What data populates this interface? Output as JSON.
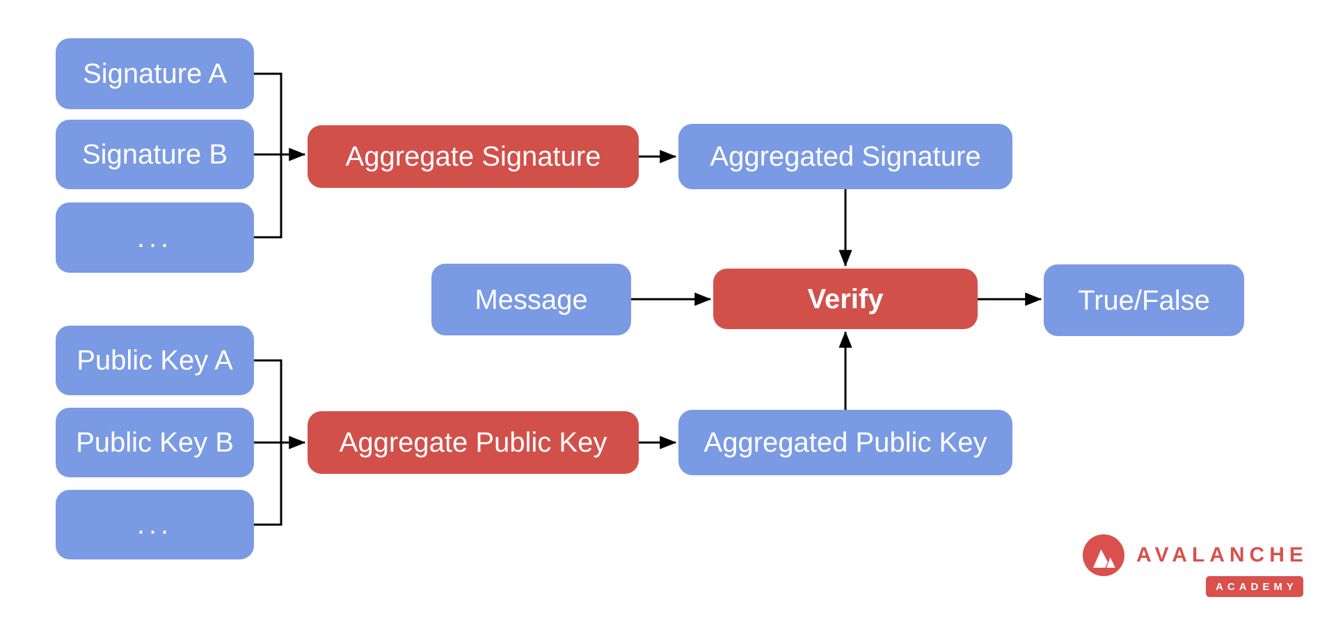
{
  "diagram": {
    "nodes": {
      "signature_a": {
        "label": "Signature A",
        "color": "blue"
      },
      "signature_b": {
        "label": "Signature B",
        "color": "blue"
      },
      "signatures_more": {
        "label": "...",
        "color": "blue"
      },
      "aggregate_signature": {
        "label": "Aggregate Signature",
        "color": "red"
      },
      "aggregated_signature": {
        "label": "Aggregated Signature",
        "color": "blue"
      },
      "message": {
        "label": "Message",
        "color": "blue"
      },
      "verify": {
        "label": "Verify",
        "color": "red"
      },
      "true_false": {
        "label": "True/False",
        "color": "blue"
      },
      "public_key_a": {
        "label": "Public Key A",
        "color": "blue"
      },
      "public_key_b": {
        "label": "Public Key B",
        "color": "blue"
      },
      "public_keys_more": {
        "label": "...",
        "color": "blue"
      },
      "aggregate_public_key": {
        "label": "Aggregate Public Key",
        "color": "red"
      },
      "aggregated_public_key": {
        "label": "Aggregated Public Key",
        "color": "blue"
      }
    },
    "edges": [
      {
        "from": "Signature A",
        "to": "Aggregate Signature"
      },
      {
        "from": "Signature B",
        "to": "Aggregate Signature"
      },
      {
        "from": "... (signatures)",
        "to": "Aggregate Signature"
      },
      {
        "from": "Aggregate Signature",
        "to": "Aggregated Signature"
      },
      {
        "from": "Aggregated Signature",
        "to": "Verify"
      },
      {
        "from": "Message",
        "to": "Verify"
      },
      {
        "from": "Public Key A",
        "to": "Aggregate Public Key"
      },
      {
        "from": "Public Key B",
        "to": "Aggregate Public Key"
      },
      {
        "from": "... (public keys)",
        "to": "Aggregate Public Key"
      },
      {
        "from": "Aggregate Public Key",
        "to": "Aggregated Public Key"
      },
      {
        "from": "Aggregated Public Key",
        "to": "Verify"
      },
      {
        "from": "Verify",
        "to": "True/False"
      }
    ],
    "colors": {
      "box_blue": "#7b9ae4",
      "box_red": "#d2504a",
      "label_text": "#ffffff",
      "connector": "#000000",
      "background": "#ffffff"
    }
  },
  "logo": {
    "brand": "AVALANCHE",
    "badge": "ACADEMY",
    "color": "#d9504c",
    "badge_text_color": "#ffffff"
  }
}
